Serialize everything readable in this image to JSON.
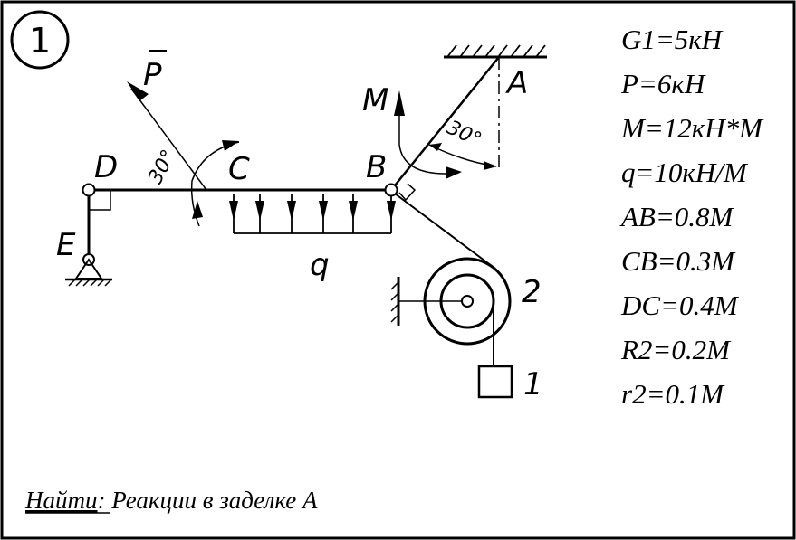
{
  "problem_number": "1",
  "labels": {
    "D": "D",
    "C": "C",
    "B": "B",
    "A": "A",
    "E": "E",
    "force": "P",
    "moment": "M",
    "load": "q",
    "pulley": "2",
    "weight": "1",
    "angle_P": "30°",
    "angle_AB": "30°"
  },
  "given": [
    "G1=5кН",
    "P=6кН",
    "M=12кН*М",
    "q=10кН/М",
    "AB=0.8М",
    "CB=0.3М",
    "DC=0.4М",
    "R2=0.2М",
    "r2=0.1М"
  ],
  "task": {
    "keyword": "Найти",
    "text": ": Реакции в заделке А"
  }
}
